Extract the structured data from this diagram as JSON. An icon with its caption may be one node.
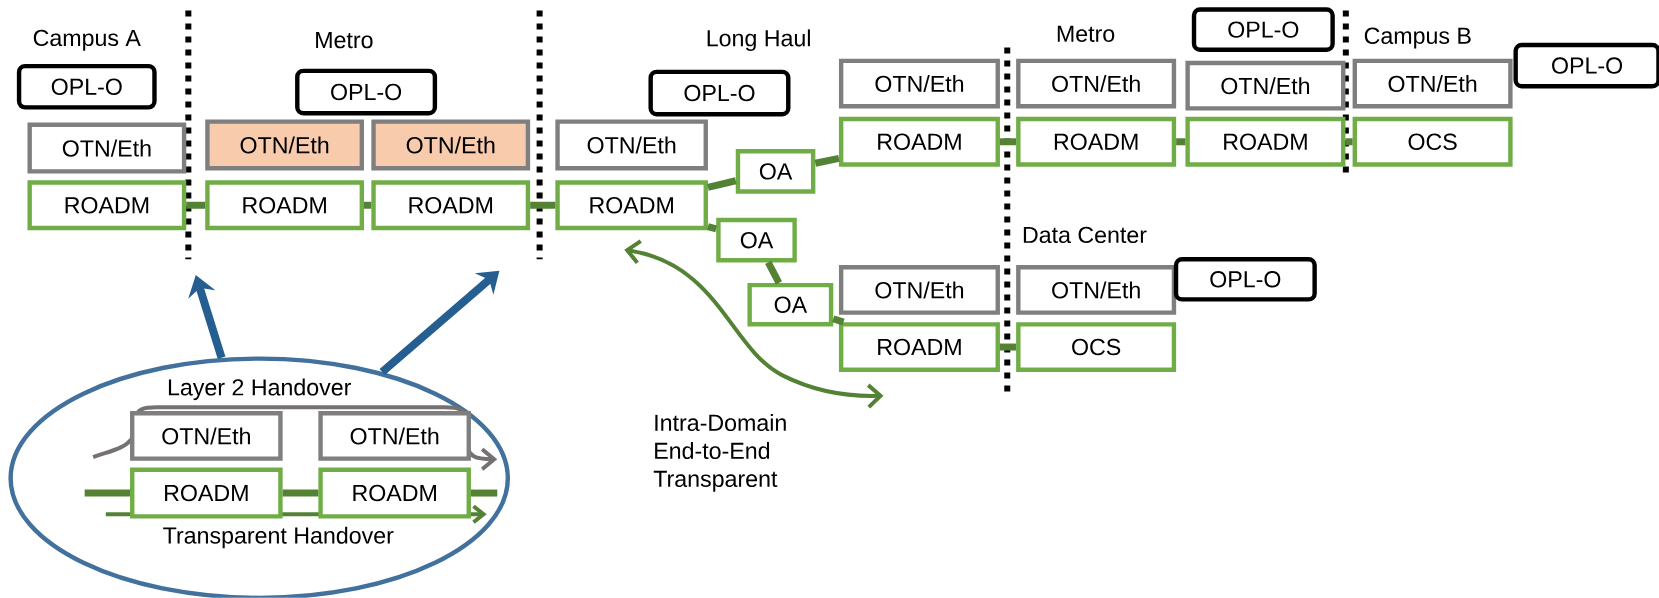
{
  "diagram": {
    "nodes": [
      {
        "text": [
          "OPL-O"
        ]
      },
      {
        "text": [
          "OTN/Eth"
        ]
      },
      {
        "text": [
          "ROADM"
        ]
      },
      {
        "text": [
          "OPL-O"
        ]
      },
      {
        "text": [
          "OTN/Eth"
        ]
      },
      {
        "text": [
          "OTN/Eth"
        ]
      },
      {
        "text": [
          "ROADM"
        ]
      },
      {
        "text": [
          "ROADM"
        ]
      },
      {
        "text": [
          "OPL-O"
        ]
      },
      {
        "text": [
          "OTN/Eth"
        ]
      },
      {
        "text": [
          "ROADM"
        ]
      },
      {
        "text": [
          "OA"
        ]
      },
      {
        "text": [
          "OA"
        ]
      },
      {
        "text": [
          "OA"
        ]
      },
      {
        "text": [
          "OTN/Eth"
        ]
      },
      {
        "text": [
          "ROADM"
        ]
      },
      {
        "text": [
          "OTN/Eth"
        ]
      },
      {
        "text": [
          "ROADM"
        ]
      },
      {
        "text": [
          "OTN/Eth"
        ]
      },
      {
        "text": [
          "ROADM"
        ]
      },
      {
        "text": [
          "OPL-O"
        ]
      },
      {
        "text": [
          "OTN/Eth"
        ]
      },
      {
        "text": [
          "ROADM"
        ]
      },
      {
        "text": [
          "OTN/Eth"
        ]
      },
      {
        "text": [
          "OCS"
        ]
      },
      {
        "text": [
          "OPL-O"
        ]
      },
      {
        "text": [
          "OTN/Eth"
        ]
      },
      {
        "text": [
          "OCS"
        ]
      },
      {
        "text": [
          "OPL-O"
        ]
      },
      {
        "text": [
          "Layer 2 Handover",
          "Transparent Handover"
        ]
      },
      {
        "text": [
          "OTN/Eth"
        ],
        "in": 29
      },
      {
        "text": [
          "OTN/Eth"
        ],
        "in": 29
      },
      {
        "text": [
          "ROADM"
        ],
        "in": 29
      },
      {
        "text": [
          "ROADM"
        ],
        "in": 29
      }
    ],
    "edges": [
      {
        "from": 2,
        "to": 6,
        "arrow": "none"
      },
      {
        "from": 6,
        "to": 7,
        "arrow": "none"
      },
      {
        "from": 7,
        "to": 10,
        "arrow": "none"
      },
      {
        "from": 10,
        "to": 11,
        "arrow": "none"
      },
      {
        "from": 11,
        "to": 15,
        "arrow": "none"
      },
      {
        "from": 10,
        "to": 12,
        "arrow": "none"
      },
      {
        "from": 12,
        "to": 13,
        "arrow": "none"
      },
      {
        "from": 13,
        "to": 17,
        "arrow": "none"
      },
      {
        "from": 15,
        "to": 19,
        "arrow": "none"
      },
      {
        "from": 19,
        "to": 22,
        "arrow": "none"
      },
      {
        "from": 22,
        "to": 24,
        "arrow": "none"
      },
      {
        "from": 17,
        "to": 27,
        "arrow": "none"
      },
      {
        "from": 32,
        "to": 33,
        "arrow": "none"
      },
      {
        "from": null,
        "to": 32,
        "arrow": "none"
      },
      {
        "from": 33,
        "to": null,
        "arrow": "none"
      },
      {
        "from": 29,
        "to": null,
        "arrow": "to",
        "color": "#255e91"
      },
      {
        "from": 29,
        "to": null,
        "arrow": "to",
        "color": "#255e91"
      }
    ],
    "labels": [
      "Campus A",
      "Metro",
      "Long Haul",
      "Metro",
      "Campus B",
      "Data Center",
      "Intra-Domain End-to-End Transparent"
    ]
  }
}
